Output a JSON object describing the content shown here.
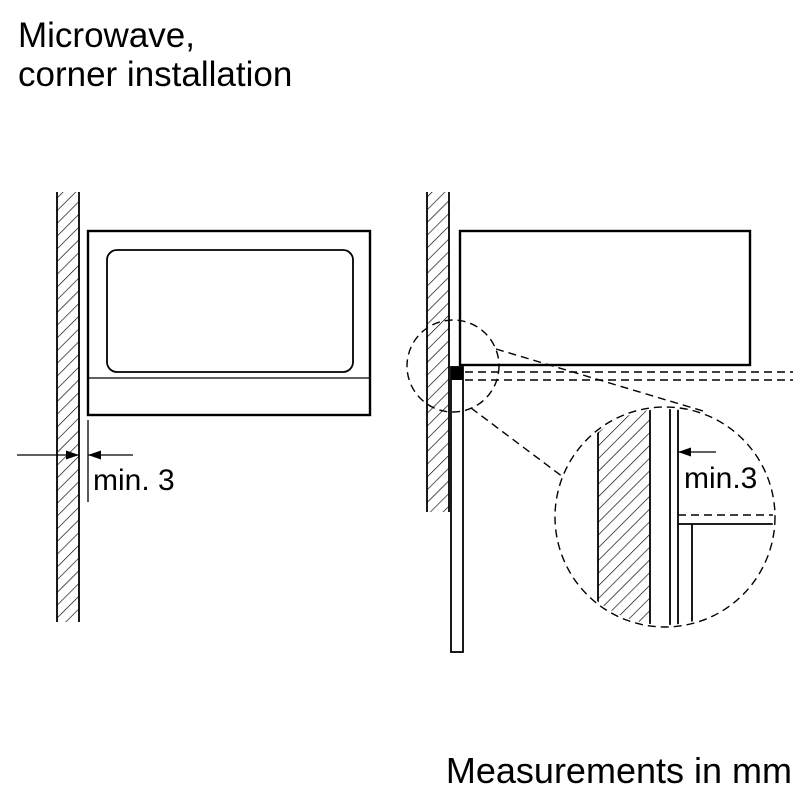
{
  "title": {
    "line1": "Microwave,",
    "line2": "corner installation"
  },
  "front_view": {
    "dimension_label": "min. 3"
  },
  "side_view": {
    "detail_dimension_label": "min.3"
  },
  "footer": {
    "note": "Measurements in mm"
  },
  "colors": {
    "line": "#000000",
    "background": "#ffffff"
  }
}
